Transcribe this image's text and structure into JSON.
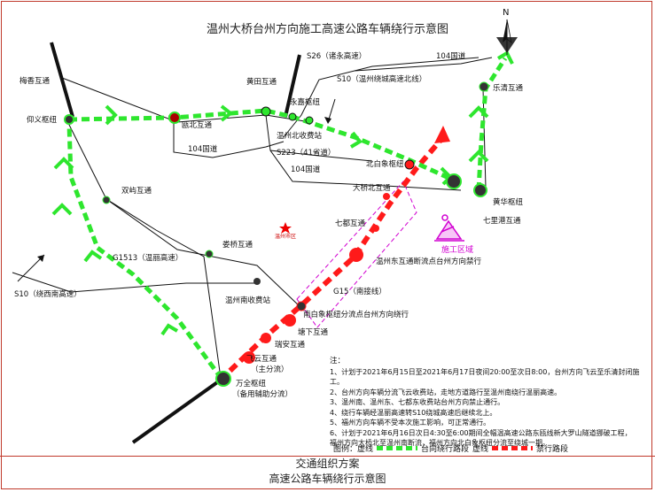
{
  "title": "温州大桥台州方向施工高速公路车辆绕行示意图",
  "north": "N",
  "city": "温州市区",
  "construction_zone": "施工区域",
  "labels": {
    "meixiang": "梅香互通",
    "yangyi": "仰义枢纽",
    "ouhou": "瓯北互通",
    "huangtian": "黄田互通",
    "yongjia": "永嘉枢纽",
    "s26": "S26（诸永高速）",
    "s10n": "S10（温州绕城高速北线）",
    "g104_top": "104国道",
    "leqing": "乐清互通",
    "north_toll": "温州北收费站",
    "s223": "S223（41省道）",
    "g104_mid": "104国道",
    "g104_left": "104国道",
    "beibaixiang": "北白象枢纽",
    "daqiao_north": "大桥北互通",
    "huanghua": "黄华枢纽",
    "qilitang": "七里港互通",
    "shuangyu": "双屿互通",
    "qidu": "七都互通",
    "wenzhou_east": "温州东互通断流点台州方向禁行",
    "louqiao": "娄桥互通",
    "g1513": "G1513（温丽高速）",
    "s10w": "S10（绕西南高速）",
    "south_toll": "温州南收费站",
    "g15": "G15（南接线）",
    "nanbaixiang": "南白象枢纽分流点台州方向绕行",
    "tangxia": "塘下互通",
    "ruian": "瑞安互通",
    "feiyun1": "飞云互通",
    "feiyun2": "（主分流）",
    "wanquan1": "万全枢纽",
    "wanquan2": "（备用辅助分流）"
  },
  "notes": {
    "heading": "注：",
    "items": [
      "1、计划于2021年6月15日至2021年6月17日夜间20:00至次日8:00，台州方向飞云至乐清封闭施工。",
      "2、台州方向车辆分流飞云收费站，走地方道路行至温州南绕行温丽高速。",
      "3、温州南、温州东、七都东收费站台州方向禁止通行。",
      "4、绕行车辆经温丽高速转S10绕城高速后继续北上。",
      "5、福州方向车辆不受本次施工影响，可正常通行。",
      "6、计划于2021年6月16日次日4:30至6:00期间全幅温高速公路东瓯线新大罗山隧道挪破工程，",
      "    福州方向大桥北至温州南断流，福州方向北白象枢纽分流至绕城一期。"
    ]
  },
  "legend": {
    "prefix": "图例：虚线",
    "detour": "台向绕行路段",
    "mid": "虚线",
    "banned": "禁行路段"
  },
  "footer": {
    "line1": "交通组织方案",
    "line2": "高速公路车辆绕行示意图"
  },
  "colors": {
    "detour": "#2ee62e",
    "banned": "#ff1a1a",
    "zone": "#d100d1",
    "road": "#111111"
  }
}
